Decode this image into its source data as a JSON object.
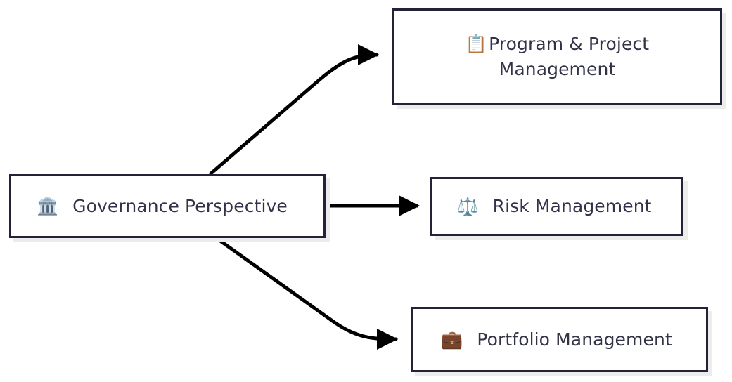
{
  "diagram": {
    "type": "flowchart",
    "direction": "left-to-right",
    "background_color": "#ffffff",
    "node_border_color": "#232338",
    "node_fill_color": "#ffffff",
    "node_text_color": "#333348",
    "node_shadow_color": "#ececec",
    "edge_color": "#000000",
    "nodes": [
      {
        "id": "governance",
        "icon": "classical-building-icon",
        "icon_glyph": "🏛️",
        "label": "Governance Perspective",
        "shape": "rectangle"
      },
      {
        "id": "program",
        "icon": "clipboard-icon",
        "icon_glyph": "📋",
        "label": "Program & Project\nManagement",
        "shape": "rectangle"
      },
      {
        "id": "risk",
        "icon": "balance-scale-icon",
        "icon_glyph": "⚖️",
        "label": "Risk Management",
        "shape": "rectangle"
      },
      {
        "id": "portfolio",
        "icon": "briefcase-icon",
        "icon_glyph": "💼",
        "label": "Portfolio Management",
        "shape": "rectangle"
      }
    ],
    "edges": [
      {
        "from": "governance",
        "to": "program",
        "label": "",
        "arrow": "arrowhead-end"
      },
      {
        "from": "governance",
        "to": "risk",
        "label": "",
        "arrow": "arrowhead-end"
      },
      {
        "from": "governance",
        "to": "portfolio",
        "label": "",
        "arrow": "arrowhead-end"
      }
    ]
  }
}
